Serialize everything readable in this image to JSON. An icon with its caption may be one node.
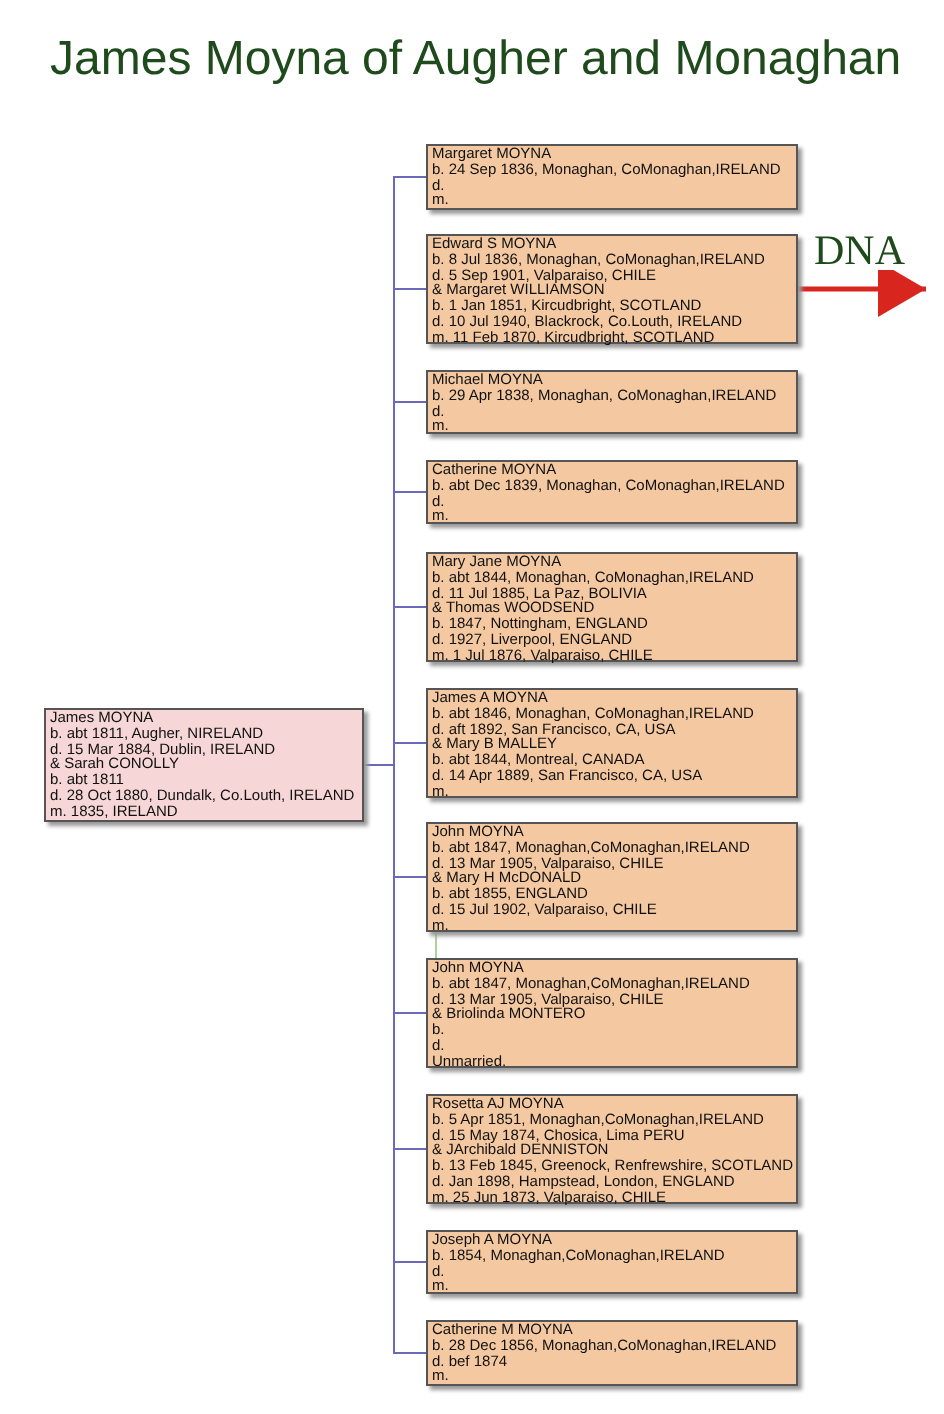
{
  "diagram": {
    "title": "James Moyna of Augher and Monaghan",
    "nodes": [
      {
        "text": [
          "James MOYNA",
          "b. abt 1811, Augher, NIRELAND",
          "d. 15 Mar 1884, Dublin, IRELAND",
          "& Sarah CONOLLY",
          "b. abt 1811",
          "d. 28 Oct 1880, Dundalk, Co.Louth, IRELAND",
          "m. 1835, IRELAND"
        ]
      },
      {
        "text": [
          "Margaret MOYNA",
          "b. 24 Sep 1836, Monaghan, CoMonaghan,IRELAND",
          "d.",
          "m."
        ]
      },
      {
        "text": [
          "Edward S MOYNA",
          "b. 8 Jul 1836, Monaghan, CoMonaghan,IRELAND",
          "d. 5 Sep 1901, Valparaiso, CHILE",
          "& Margaret WILLIAMSON",
          "b. 1 Jan 1851, Kircudbright, SCOTLAND",
          "d. 10 Jul 1940, Blackrock, Co.Louth, IRELAND",
          "m. 11 Feb 1870, Kircudbright, SCOTLAND"
        ]
      },
      {
        "text": [
          "Michael MOYNA",
          "b. 29 Apr 1838, Monaghan, CoMonaghan,IRELAND",
          "d.",
          "m."
        ]
      },
      {
        "text": [
          "Catherine MOYNA",
          "b. abt  Dec 1839, Monaghan, CoMonaghan,IRELAND",
          "d.",
          "m."
        ]
      },
      {
        "text": [
          "Mary Jane MOYNA",
          "b. abt 1844, Monaghan, CoMonaghan,IRELAND",
          "d. 11 Jul 1885, La Paz, BOLIVIA",
          "& Thomas WOODSEND",
          "b. 1847, Nottingham, ENGLAND",
          "d. 1927, Liverpool, ENGLAND",
          "m. 1 Jul 1876, Valparaiso, CHILE"
        ]
      },
      {
        "text": [
          "James A MOYNA",
          "b. abt 1846, Monaghan, CoMonaghan,IRELAND",
          "d. aft 1892, San Francisco, CA, USA",
          "& Mary B MALLEY",
          "b. abt 1844, Montreal, CANADA",
          "d. 14 Apr 1889, San Francisco, CA, USA",
          "m."
        ]
      },
      {
        "text": [
          "John MOYNA",
          "b. abt 1847, Monaghan,CoMonaghan,IRELAND",
          "d. 13 Mar 1905, Valparaiso, CHILE",
          "& Mary H McDONALD",
          "b. abt 1855, ENGLAND",
          "d. 15 Jul 1902, Valparaiso, CHILE",
          "m."
        ]
      },
      {
        "text": [
          "John MOYNA",
          "b. abt 1847, Monaghan,CoMonaghan,IRELAND",
          "d. 13 Mar 1905, Valparaiso, CHILE",
          "& Briolinda MONTERO",
          "b.",
          "d.",
          "Unmarried."
        ]
      },
      {
        "text": [
          "Rosetta AJ MOYNA",
          "b. 5 Apr 1851, Monaghan,CoMonaghan,IRELAND",
          "d. 15 May 1874, Chosica, Lima PERU",
          "& JArchibald DENNISTON",
          "b. 13 Feb 1845, Greenock, Renfrewshire, SCOTLAND",
          "d. Jan 1898, Hampstead, London, ENGLAND",
          "m. 25 Jun 1873, Valparaiso, CHILE"
        ]
      },
      {
        "text": [
          "Joseph A MOYNA",
          "b. 1854, Monaghan,CoMonaghan,IRELAND",
          "d.",
          "m."
        ]
      },
      {
        "text": [
          "Catherine M MOYNA",
          "b. 28 Dec 1856, Monaghan,CoMonaghan,IRELAND",
          "d. bef 1874",
          "m."
        ]
      }
    ],
    "edges": [
      {
        "from": 0,
        "to": 1,
        "arrow": "none"
      },
      {
        "from": 0,
        "to": 2,
        "arrow": "none"
      },
      {
        "from": 0,
        "to": 3,
        "arrow": "none"
      },
      {
        "from": 0,
        "to": 4,
        "arrow": "none"
      },
      {
        "from": 0,
        "to": 5,
        "arrow": "none"
      },
      {
        "from": 0,
        "to": 6,
        "arrow": "none"
      },
      {
        "from": 0,
        "to": 7,
        "arrow": "none"
      },
      {
        "from": 0,
        "to": 8,
        "arrow": "none"
      },
      {
        "from": 0,
        "to": 9,
        "arrow": "none"
      },
      {
        "from": 0,
        "to": 10,
        "arrow": "none"
      },
      {
        "from": 0,
        "to": 11,
        "arrow": "none"
      },
      {
        "from": 7,
        "to": 8,
        "arrow": "none",
        "color": "#aad49a"
      },
      {
        "from": 2,
        "to": null,
        "arrow": "to",
        "label": "DNA",
        "style": "thick",
        "color": "#d8261e"
      }
    ]
  }
}
